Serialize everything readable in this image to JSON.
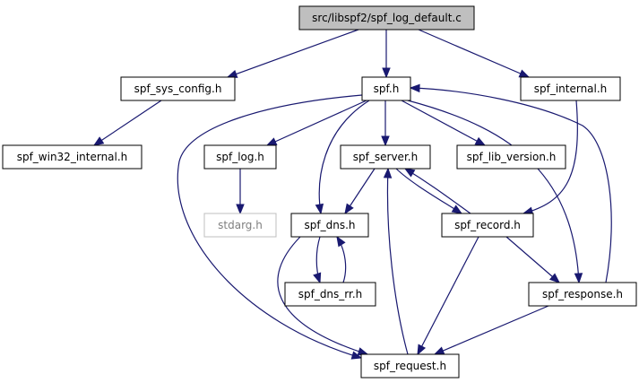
{
  "graph": {
    "nodes": [
      {
        "id": "n_log_default",
        "label": "src/libspf2/spf_log_default.c",
        "root": true
      },
      {
        "id": "n_sys_config",
        "label": "spf_sys_config.h"
      },
      {
        "id": "n_spf",
        "label": "spf.h"
      },
      {
        "id": "n_internal",
        "label": "spf_internal.h"
      },
      {
        "id": "n_win32",
        "label": "spf_win32_internal.h"
      },
      {
        "id": "n_log",
        "label": "spf_log.h"
      },
      {
        "id": "n_server",
        "label": "spf_server.h"
      },
      {
        "id": "n_lib_version",
        "label": "spf_lib_version.h"
      },
      {
        "id": "n_stdarg",
        "label": "stdarg.h",
        "missing": true
      },
      {
        "id": "n_dns",
        "label": "spf_dns.h"
      },
      {
        "id": "n_record",
        "label": "spf_record.h"
      },
      {
        "id": "n_dns_rr",
        "label": "spf_dns_rr.h"
      },
      {
        "id": "n_response",
        "label": "spf_response.h"
      },
      {
        "id": "n_request",
        "label": "spf_request.h"
      }
    ],
    "edges": [
      {
        "from": "n_log_default",
        "to": "n_sys_config"
      },
      {
        "from": "n_log_default",
        "to": "n_spf"
      },
      {
        "from": "n_log_default",
        "to": "n_internal"
      },
      {
        "from": "n_sys_config",
        "to": "n_win32"
      },
      {
        "from": "n_spf",
        "to": "n_log"
      },
      {
        "from": "n_spf",
        "to": "n_server"
      },
      {
        "from": "n_spf",
        "to": "n_lib_version"
      },
      {
        "from": "n_spf",
        "to": "n_dns"
      },
      {
        "from": "n_spf",
        "to": "n_response"
      },
      {
        "from": "n_spf",
        "to": "n_request"
      },
      {
        "from": "n_internal",
        "to": "n_record"
      },
      {
        "from": "n_log",
        "to": "n_stdarg"
      },
      {
        "from": "n_server",
        "to": "n_dns"
      },
      {
        "from": "n_server",
        "to": "n_record"
      },
      {
        "from": "n_record",
        "to": "n_server"
      },
      {
        "from": "n_record",
        "to": "n_response"
      },
      {
        "from": "n_record",
        "to": "n_request"
      },
      {
        "from": "n_dns",
        "to": "n_dns_rr"
      },
      {
        "from": "n_dns_rr",
        "to": "n_dns"
      },
      {
        "from": "n_dns",
        "to": "n_request"
      },
      {
        "from": "n_response",
        "to": "n_spf"
      },
      {
        "from": "n_response",
        "to": "n_request"
      },
      {
        "from": "n_request",
        "to": "n_server"
      }
    ],
    "colors": {
      "edge": "#191970",
      "root_fill": "#bfbfbf",
      "node_fill": "#ffffff",
      "missing_border": "#bfbfbf"
    }
  }
}
